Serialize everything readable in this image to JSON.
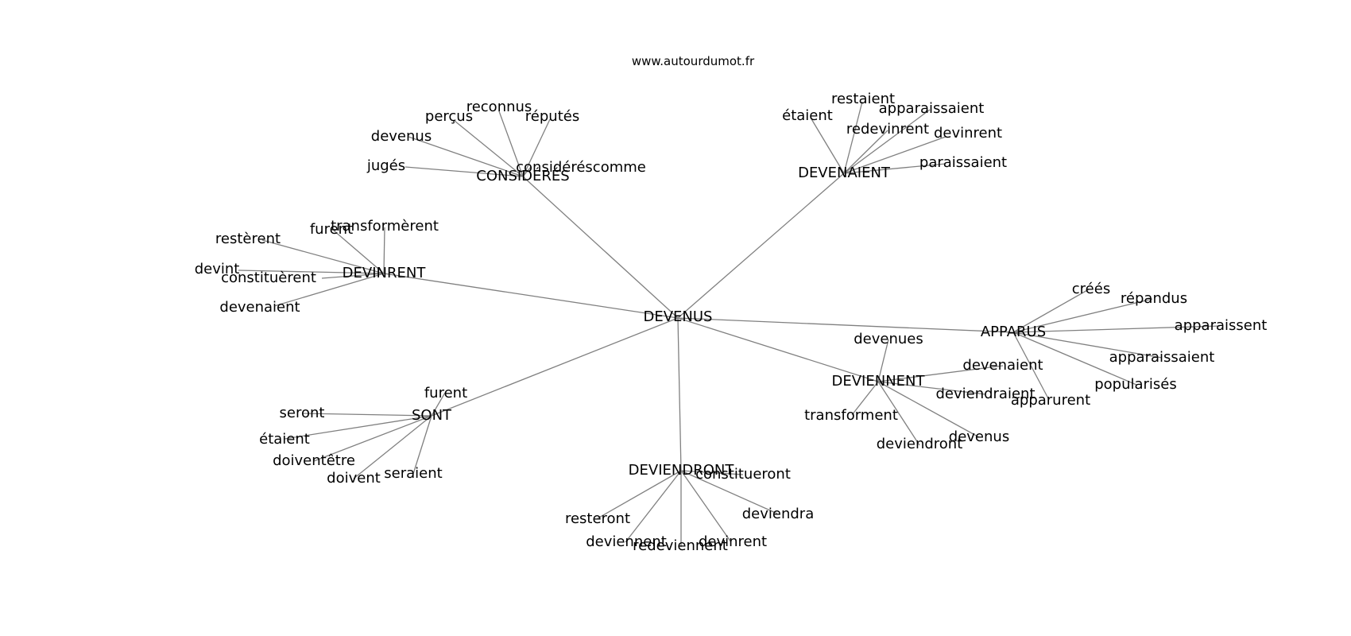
{
  "header": {
    "source": "www.autourdumot.fr"
  },
  "colors": {
    "edge": "#808080",
    "text": "#000000",
    "background": "#ffffff"
  },
  "graph": {
    "center": "DEVENUS",
    "hubs": [
      "CONSIDÉRÉS",
      "DEVENAIENT",
      "DEVINRENT",
      "APPARUS",
      "DEVIENNENT",
      "SONT",
      "DEVIENDRONT"
    ],
    "leaves": [
      "reconnus",
      "perçus",
      "réputés",
      "devenus",
      "considéréscomme",
      "jugés",
      "restaient",
      "étaient",
      "apparaissaient",
      "redevinrent",
      "devinrent",
      "paraissaient",
      "transformèrent",
      "furent",
      "restèrent",
      "devint",
      "constituèrent",
      "devenaient",
      "créés",
      "répandus",
      "apparaissent",
      "apparaissaient",
      "popularisés",
      "apparurent",
      "devenues",
      "devenaient",
      "deviendraient",
      "transforment",
      "devenus",
      "deviendront",
      "furent",
      "seront",
      "étaient",
      "doiventêtre",
      "doivent",
      "seraient",
      "constitueront",
      "resteront",
      "deviendra",
      "deviennent",
      "redeviennent",
      "devinrent"
    ]
  }
}
